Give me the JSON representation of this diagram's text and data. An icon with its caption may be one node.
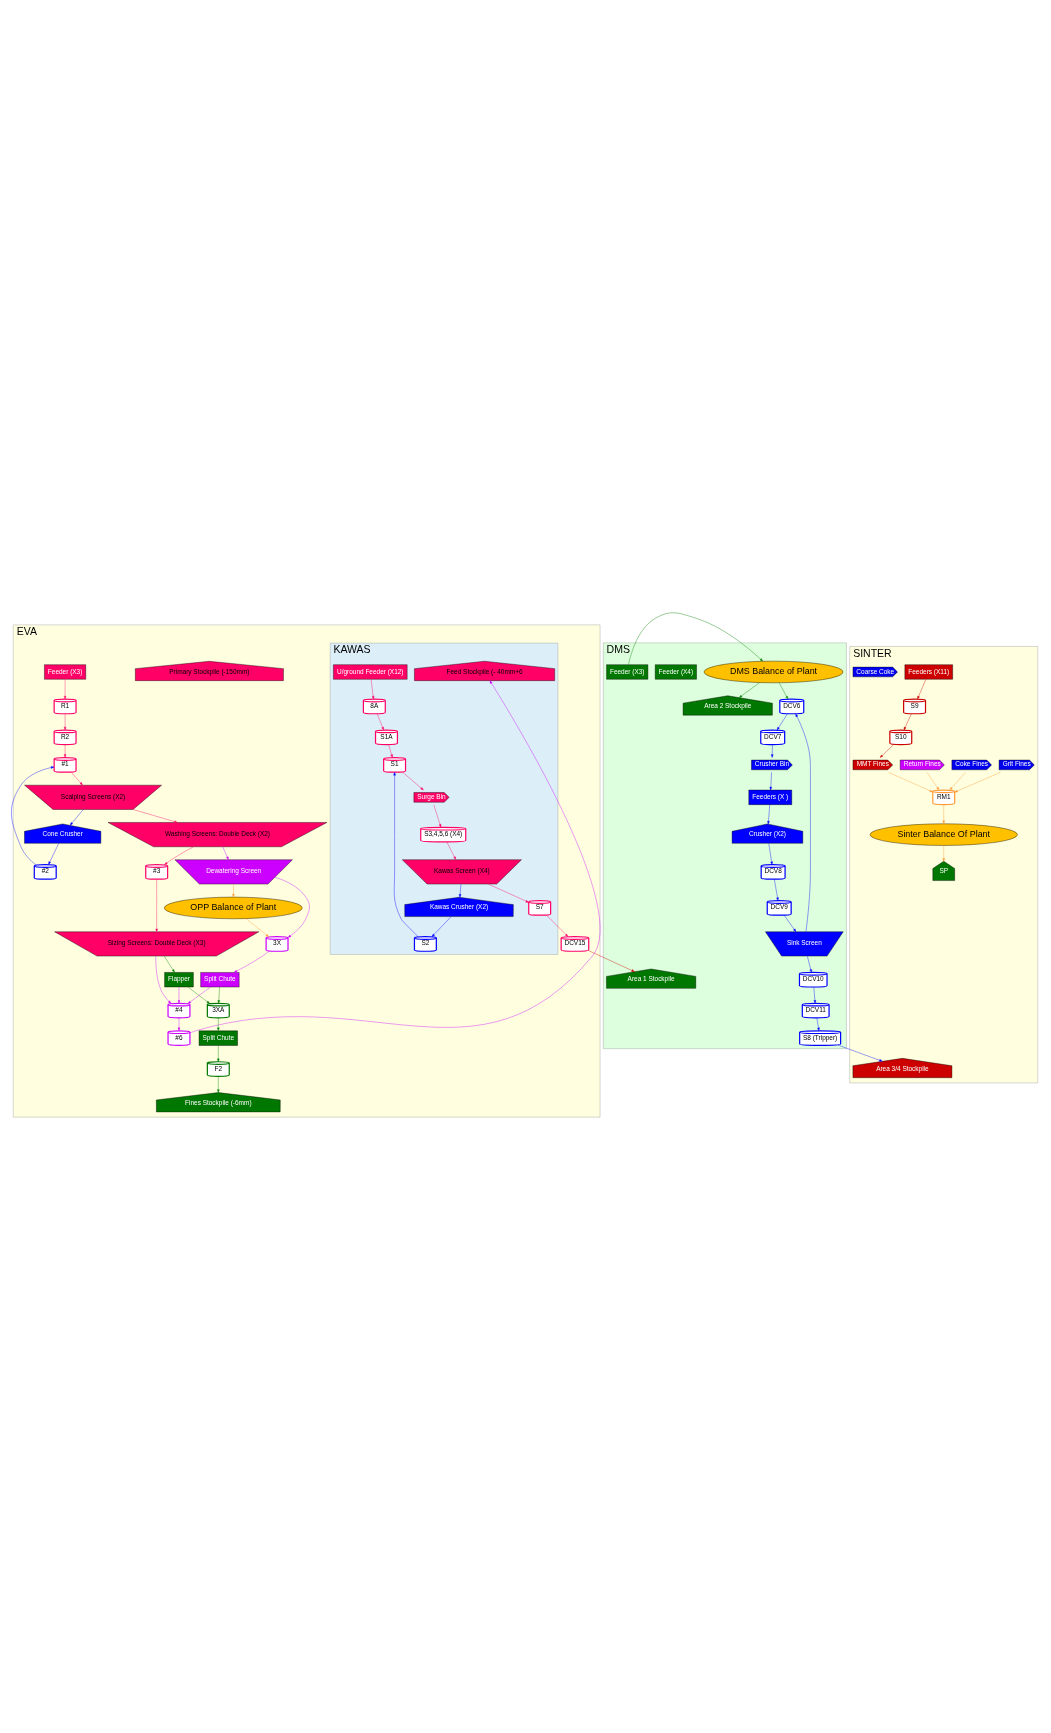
{
  "diagram": {
    "nodes": [
      {
        "text": [
          "EVA"
        ]
      },
      {
        "text": [
          "KAWAS"
        ],
        "in": 0
      },
      {
        "text": [
          "DMS"
        ]
      },
      {
        "text": [
          "SINTER"
        ]
      },
      {
        "text": [
          "Primary Stockpile (-150mm)"
        ],
        "in": 0
      },
      {
        "text": [
          "Feeder (X3)"
        ],
        "in": 0
      },
      {
        "text": [
          "R1"
        ],
        "in": 0
      },
      {
        "text": [
          "R2"
        ],
        "in": 0
      },
      {
        "text": [
          "#1"
        ],
        "in": 0
      },
      {
        "text": [
          "#2"
        ],
        "in": 0
      },
      {
        "text": [
          "Cone Crusher"
        ],
        "in": 0
      },
      {
        "text": [
          "Scalping Screens (X2)"
        ],
        "in": 0
      },
      {
        "text": [
          "Washing Screens: Double Deck (X2)"
        ],
        "in": 0
      },
      {
        "text": [
          "Dewatering Screen"
        ],
        "in": 0
      },
      {
        "text": [
          "#3"
        ],
        "in": 0
      },
      {
        "text": [
          "Sizing Screens: Double Deck (X3)"
        ],
        "in": 0
      },
      {
        "text": [
          "Flapper"
        ],
        "in": 0
      },
      {
        "text": [
          "#4"
        ],
        "in": 0
      },
      {
        "text": [
          "#6"
        ],
        "in": 0
      },
      {
        "text": [
          "3X"
        ],
        "in": 0
      },
      {
        "text": [
          "Split Chute"
        ],
        "in": 0
      },
      {
        "text": [
          "3XA"
        ],
        "in": 0
      },
      {
        "text": [
          "Split Chute"
        ],
        "in": 0
      },
      {
        "text": [
          "F2"
        ],
        "in": 0
      },
      {
        "text": [
          "Fines Stockpile (-6mm)"
        ],
        "in": 0
      },
      {
        "text": [
          "OPP Balance of Plant"
        ],
        "in": 0
      },
      {
        "text": [
          "DCV15"
        ],
        "in": 0
      },
      {
        "text": [
          "Feed Stockpile (- 40mm+6"
        ],
        "in": 1
      },
      {
        "text": [
          "U/ground Feeder (X12)"
        ],
        "in": 1
      },
      {
        "text": [
          "8A"
        ],
        "in": 1
      },
      {
        "text": [
          "S1A"
        ],
        "in": 1
      },
      {
        "text": [
          "S1"
        ],
        "in": 1
      },
      {
        "text": [
          "Surge Bin"
        ],
        "in": 1
      },
      {
        "text": [
          "S3,4,5,6 (X4)"
        ],
        "in": 1
      },
      {
        "text": [
          "Kawas Screen (X4)"
        ],
        "in": 1
      },
      {
        "text": [
          "Kawas Crusher (X2)"
        ],
        "in": 1
      },
      {
        "text": [
          "S2"
        ],
        "in": 1
      },
      {
        "text": [
          "S7"
        ],
        "in": 1
      },
      {
        "text": [
          "DMS Balance of Plant"
        ],
        "in": 2
      },
      {
        "text": [
          "Area 1 Stockpile"
        ],
        "in": 2
      },
      {
        "text": [
          "Feeder (X4)"
        ],
        "in": 2
      },
      {
        "text": [
          "Area 2 Stockpile"
        ],
        "in": 2
      },
      {
        "text": [
          "Feeder (X3)"
        ],
        "in": 2
      },
      {
        "text": [
          "DCV6"
        ],
        "in": 2
      },
      {
        "text": [
          "DCV7"
        ],
        "in": 2
      },
      {
        "text": [
          "Crusher Bin"
        ],
        "in": 2
      },
      {
        "text": [
          "Feeders (X )"
        ],
        "in": 2
      },
      {
        "text": [
          "Crusher (X2)"
        ],
        "in": 2
      },
      {
        "text": [
          "DCV8"
        ],
        "in": 2
      },
      {
        "text": [
          "DCV9"
        ],
        "in": 2
      },
      {
        "text": [
          "Sink Screen"
        ],
        "in": 2
      },
      {
        "text": [
          "DCV10"
        ],
        "in": 2
      },
      {
        "text": [
          "DCV11"
        ],
        "in": 2
      },
      {
        "text": [
          "S8 (Tripper)"
        ],
        "in": 2
      },
      {
        "text": [
          "Area 3/4 Stockpile"
        ],
        "in": 3
      },
      {
        "text": [
          "Feeders (X11)"
        ],
        "in": 3
      },
      {
        "text": [
          "S9"
        ],
        "in": 3
      },
      {
        "text": [
          "S10"
        ],
        "in": 3
      },
      {
        "text": [
          "Coarse Coke"
        ],
        "in": 3
      },
      {
        "text": [
          "Grit Fines"
        ],
        "in": 3
      },
      {
        "text": [
          "Coke Fines"
        ],
        "in": 3
      },
      {
        "text": [
          "MMT Fines"
        ],
        "in": 3
      },
      {
        "text": [
          "Return Fines"
        ],
        "in": 3
      },
      {
        "text": [
          "RM1"
        ],
        "in": 3
      },
      {
        "text": [
          "Sinter Balance Of Plant"
        ],
        "in": 3
      },
      {
        "text": [
          "SP"
        ],
        "in": 3
      }
    ],
    "edges": [
      {
        "from": 5,
        "to": 6,
        "arrow": "to",
        "color": "#ff0066"
      },
      {
        "from": 6,
        "to": 7,
        "arrow": "to",
        "color": "#ff0066"
      },
      {
        "from": 7,
        "to": 8,
        "arrow": "to",
        "color": "#ff0066"
      },
      {
        "from": 9,
        "to": 8,
        "arrow": "to",
        "color": "#0000ff"
      },
      {
        "from": 8,
        "to": 11,
        "arrow": "to",
        "color": "#ff0066"
      },
      {
        "from": 11,
        "to": 10,
        "arrow": "to",
        "color": "#0000ff"
      },
      {
        "from": 10,
        "to": 9,
        "arrow": "to",
        "color": "#0000ff"
      },
      {
        "from": 11,
        "to": 12,
        "arrow": "to",
        "color": "#ff0066"
      },
      {
        "from": 12,
        "to": 14,
        "arrow": "to",
        "color": "#ff0066"
      },
      {
        "from": 12,
        "to": 13,
        "arrow": "to",
        "color": "#cc00ff"
      },
      {
        "from": 13,
        "to": 25,
        "arrow": "to",
        "color": "#ff9933"
      },
      {
        "from": 25,
        "to": 19,
        "arrow": "to",
        "color": "#ff9933"
      },
      {
        "from": 13,
        "to": 19,
        "arrow": "to",
        "color": "#cc00ff"
      },
      {
        "from": 19,
        "to": 20,
        "arrow": "to",
        "color": "#cc00ff"
      },
      {
        "from": 20,
        "to": 17,
        "arrow": "to",
        "color": "#cc00ff"
      },
      {
        "from": 14,
        "to": 15,
        "arrow": "to",
        "color": "#ff0066"
      },
      {
        "from": 15,
        "to": 16,
        "arrow": "to",
        "color": "#008000"
      },
      {
        "from": 15,
        "to": 17,
        "arrow": "to",
        "color": "#cc00ff"
      },
      {
        "from": 16,
        "to": 17,
        "arrow": "to",
        "color": "#cc00ff"
      },
      {
        "from": 16,
        "to": 21,
        "arrow": "to",
        "color": "#008000"
      },
      {
        "from": 20,
        "to": 21,
        "arrow": "to",
        "color": "#008000"
      },
      {
        "from": 21,
        "to": 22,
        "arrow": "to",
        "color": "#008000"
      },
      {
        "from": 22,
        "to": 23,
        "arrow": "to",
        "color": "#008000"
      },
      {
        "from": 23,
        "to": 24,
        "arrow": "to",
        "color": "#008000"
      },
      {
        "from": 17,
        "to": 18,
        "arrow": "to",
        "color": "#cc00ff"
      },
      {
        "from": 18,
        "to": 27,
        "arrow": "to",
        "color": "#cc00ff"
      },
      {
        "from": 28,
        "to": 29,
        "arrow": "to",
        "color": "#ff0066"
      },
      {
        "from": 29,
        "to": 30,
        "arrow": "to",
        "color": "#ff0066"
      },
      {
        "from": 30,
        "to": 31,
        "arrow": "to",
        "color": "#ff0066"
      },
      {
        "from": 36,
        "to": 31,
        "arrow": "to",
        "color": "#0000ff"
      },
      {
        "from": 31,
        "to": 32,
        "arrow": "to",
        "color": "#ff0066"
      },
      {
        "from": 32,
        "to": 33,
        "arrow": "to",
        "color": "#ff0066"
      },
      {
        "from": 33,
        "to": 34,
        "arrow": "to",
        "color": "#ff0066"
      },
      {
        "from": 34,
        "to": 35,
        "arrow": "to",
        "color": "#0000ff"
      },
      {
        "from": 35,
        "to": 36,
        "arrow": "to",
        "color": "#0000ff"
      },
      {
        "from": 34,
        "to": 37,
        "arrow": "to",
        "color": "#ff0066"
      },
      {
        "from": 37,
        "to": 26,
        "arrow": "to",
        "color": "#ff0066"
      },
      {
        "from": 26,
        "to": 39,
        "arrow": "to",
        "color": "#cc0000"
      },
      {
        "from": 38,
        "to": 41,
        "arrow": "to",
        "color": "#008000"
      },
      {
        "from": 42,
        "to": 38,
        "arrow": "to",
        "color": "#008000"
      },
      {
        "from": 38,
        "to": 43,
        "arrow": "to",
        "color": "#008000"
      },
      {
        "from": 43,
        "to": 44,
        "arrow": "to",
        "color": "#0000ff"
      },
      {
        "from": 44,
        "to": 45,
        "arrow": "to",
        "color": "#0000ff"
      },
      {
        "from": 45,
        "to": 46,
        "arrow": "to",
        "color": "#0000ff"
      },
      {
        "from": 46,
        "to": 47,
        "arrow": "to",
        "color": "#0000ff"
      },
      {
        "from": 47,
        "to": 48,
        "arrow": "to",
        "color": "#0000ff"
      },
      {
        "from": 48,
        "to": 49,
        "arrow": "to",
        "color": "#0000ff"
      },
      {
        "from": 49,
        "to": 50,
        "arrow": "to",
        "color": "#0000ff"
      },
      {
        "from": 50,
        "to": 51,
        "arrow": "to",
        "color": "#0000ff"
      },
      {
        "from": 50,
        "to": 43,
        "arrow": "to",
        "color": "#0000ff"
      },
      {
        "from": 51,
        "to": 52,
        "arrow": "to",
        "color": "#0000ff"
      },
      {
        "from": 52,
        "to": 53,
        "arrow": "to",
        "color": "#0000ff"
      },
      {
        "from": 53,
        "to": 54,
        "arrow": "to",
        "color": "#0000ff"
      },
      {
        "from": 55,
        "to": 56,
        "arrow": "to",
        "color": "#cc0000"
      },
      {
        "from": 56,
        "to": 57,
        "arrow": "to",
        "color": "#cc0000"
      },
      {
        "from": 57,
        "to": 61,
        "arrow": "to",
        "color": "#cc0000"
      },
      {
        "from": 62,
        "to": 63,
        "arrow": "to",
        "color": "#ff9933"
      },
      {
        "from": 61,
        "to": 63,
        "arrow": "to",
        "color": "#ff9933"
      },
      {
        "from": 60,
        "to": 63,
        "arrow": "to",
        "color": "#ff9933"
      },
      {
        "from": 59,
        "to": 63,
        "arrow": "to",
        "color": "#ff9933"
      },
      {
        "from": 63,
        "to": 64,
        "arrow": "to",
        "color": "#ff9933"
      },
      {
        "from": 64,
        "to": 65,
        "arrow": "to",
        "color": "#ff9933"
      }
    ]
  }
}
